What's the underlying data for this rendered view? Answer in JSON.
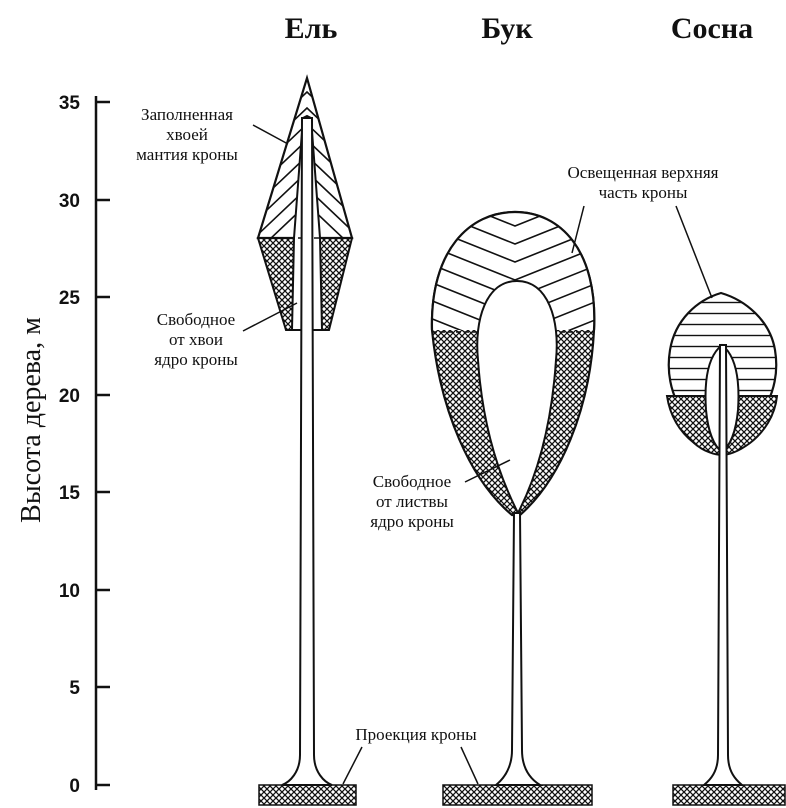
{
  "species": {
    "spruce": "Ель",
    "beech": "Бук",
    "pine": "Сосна"
  },
  "axis": {
    "label": "Высота дерева, м",
    "ticks": [
      "0",
      "5",
      "10",
      "15",
      "20",
      "25",
      "30",
      "35"
    ]
  },
  "annotations": {
    "filled_mantle": [
      "Заполненная",
      "хвоей",
      "мантия кроны"
    ],
    "free_core_needles": [
      "Свободное",
      "от хвои",
      "ядро кроны"
    ],
    "lit_top": [
      "Освещенная верхняя",
      "часть кроны"
    ],
    "free_core_leaves": [
      "Свободное",
      "от листвы",
      "ядро кроны"
    ],
    "projection": "Проекция кроны"
  }
}
